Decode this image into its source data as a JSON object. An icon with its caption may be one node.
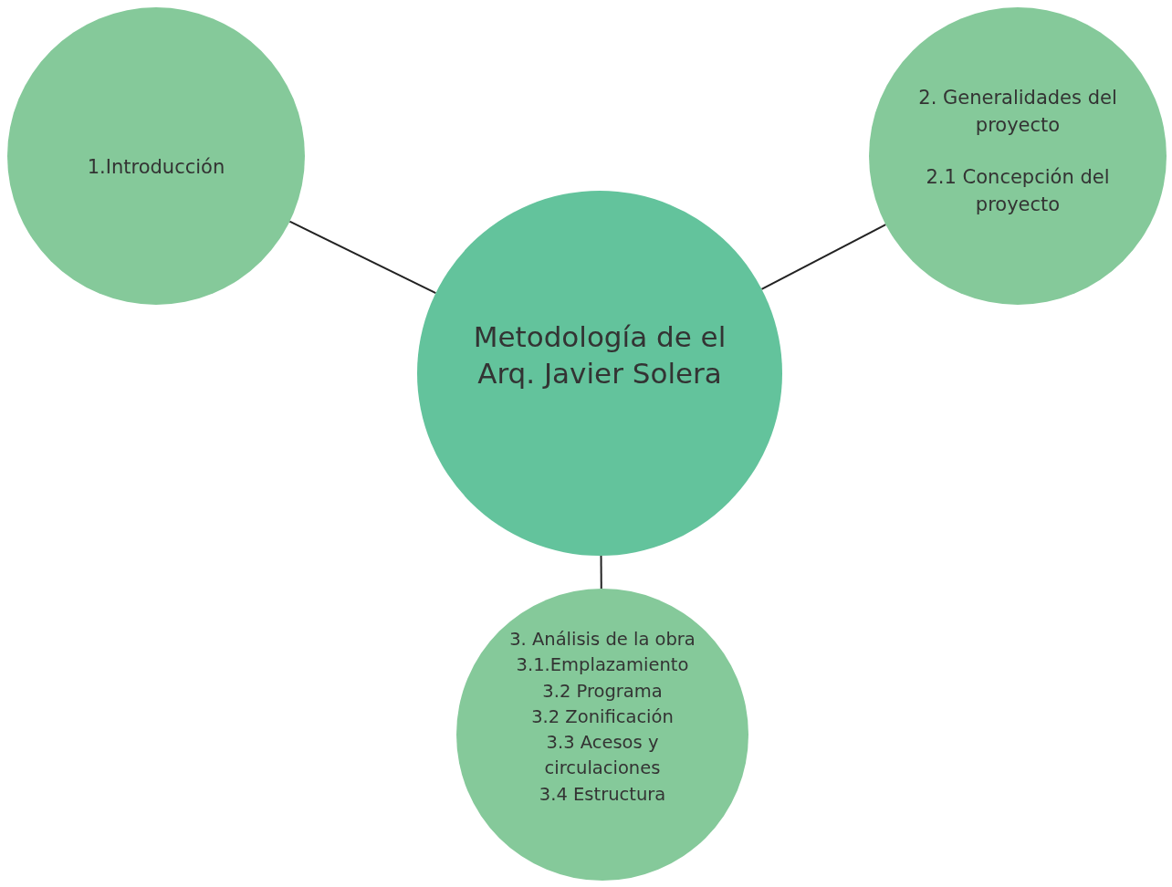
{
  "diagram": {
    "nodes": [
      {
        "text": [
          "Metodología de el Arq. Javier Solera"
        ]
      },
      {
        "text": [
          "1.Introducción"
        ]
      },
      {
        "text": [
          "2. Generalidades del proyecto",
          "2.1 Concepción del proyecto"
        ]
      },
      {
        "text": [
          "3. Análisis de la obra",
          "3.1.Emplazamiento",
          "3.2 Programa",
          "3.2 Zonificación",
          "3.3 Acesos y circulaciones",
          "3.4 Estructura"
        ]
      }
    ],
    "edges": [
      {
        "from": 0,
        "to": 1,
        "arrow": "none"
      },
      {
        "from": 0,
        "to": 2,
        "arrow": "none"
      },
      {
        "from": 0,
        "to": 3,
        "arrow": "none"
      }
    ]
  }
}
